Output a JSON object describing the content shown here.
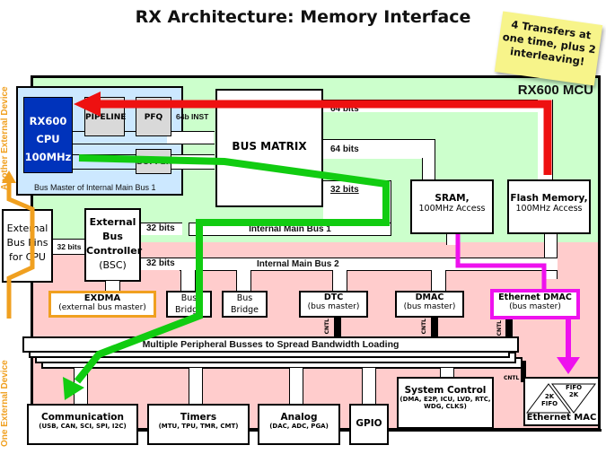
{
  "title": "RX Architecture: Memory Interface",
  "note": {
    "line1": "4 Transfers at",
    "line2": "one time, plus 2",
    "line3": "interleaving!"
  },
  "mcu_label": "RX600 MCU",
  "cpu": {
    "line1": "RX600",
    "line2": "CPU",
    "line3": "100MHz",
    "pipeline": "PIPELINE",
    "pfq": "PFQ",
    "buffer": "BUFFER",
    "inst_width": "64b INST",
    "group_caption": "Bus Master  of Internal Main Bus 1"
  },
  "bus_matrix": "BUS MATRIX",
  "bus_widths": {
    "flash": "64 bits",
    "sram": "64 bits",
    "bus1": "32 bits",
    "bsc_bus1": "32 bits",
    "bsc_bus2": "32 bits",
    "ext_pins": "32 bits"
  },
  "sram": {
    "title": "SRAM,",
    "sub": "100MHz Access"
  },
  "flash": {
    "title": "Flash Memory,",
    "sub": "100MHz Access"
  },
  "internal_bus_1": "Internal Main Bus 1",
  "internal_bus_2": "Internal Main Bus 2",
  "ext_pins": {
    "line1": "External",
    "line2": "Bus Pins",
    "line3": "for CPU"
  },
  "bsc": {
    "line1": "External",
    "line2": "Bus",
    "line3": "Controller",
    "line4": "(BSC)"
  },
  "exdma": {
    "title": "EXDMA",
    "sub": "(external bus master)"
  },
  "bus_bridge_1": {
    "line1": "Bus",
    "line2": "Bridge"
  },
  "bus_bridge_2": {
    "line1": "Bus",
    "line2": "Bridge"
  },
  "dtc": {
    "title": "DTC",
    "sub": "(bus master)"
  },
  "dmac": {
    "title": "DMAC",
    "sub": "(bus master)"
  },
  "eth_dmac": {
    "title": "Ethernet DMAC",
    "sub": "(bus master)"
  },
  "cntl": "CNTL",
  "peripheral_bus": "Multiple  Peripheral Busses to Spread Bandwidth  Loading",
  "communication": {
    "title": "Communication",
    "sub": "(USB, CAN, SCI, SPI, I2C)"
  },
  "timers": {
    "title": "Timers",
    "sub": "(MTU, TPU, TMR, CMT)"
  },
  "analog": {
    "title": "Analog",
    "sub": "(DAC, ADC, PGA)"
  },
  "gpio": "GPIO",
  "system_control": {
    "title": "System Control",
    "sub1": "(DMA, E2P, ICU, LVD, RTC,",
    "sub2": "WDG, CLKS)"
  },
  "eth_mac": {
    "title": "Ethernet MAC",
    "fifo_rx": "2K FIFO",
    "fifo_tx": "FIFO 2K"
  },
  "side_labels": {
    "top": "Another External Device",
    "bottom": "One External Device"
  },
  "colors": {
    "mcu_upper_bg": "#ccffcc",
    "mcu_lower_bg": "#ffcccc",
    "cpu_blue": "#0033bb",
    "cpu_group_bg": "#cce8ff",
    "flash_path_red": "#ee1111",
    "cpu_path_green": "#11cc11",
    "eth_path_magenta": "#ee11ee",
    "exdma_orange": "#f0a020",
    "note_yellow": "#f7f48a"
  }
}
